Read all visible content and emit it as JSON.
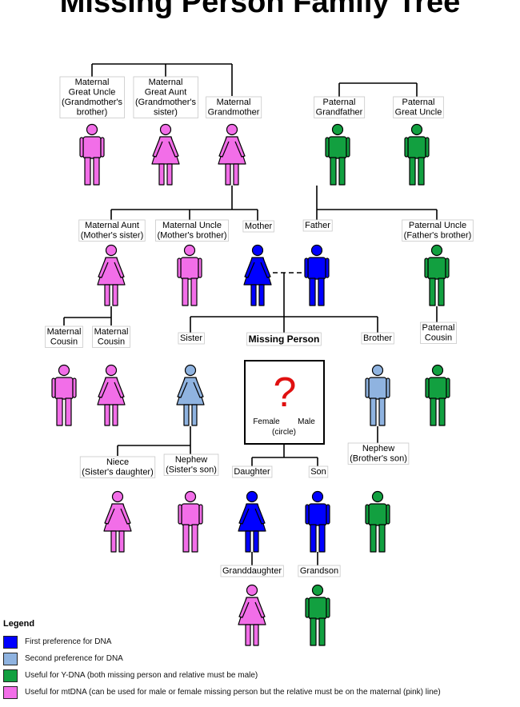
{
  "title": "Missing Person Family Tree",
  "colors": {
    "first": "#0000ff",
    "second": "#8fb3e0",
    "ydna": "#12a040",
    "mtdna": "#f26ee8",
    "question": "#e01010"
  },
  "people": {
    "maternal_great_uncle": {
      "label": [
        "Maternal",
        "Great Uncle",
        "(Grandmother's",
        "brother)"
      ],
      "gender": "male",
      "color": "mtdna"
    },
    "maternal_great_aunt": {
      "label": [
        "Maternal",
        "Great Aunt",
        "(Grandmother's",
        "sister)"
      ],
      "gender": "female",
      "color": "mtdna"
    },
    "maternal_grandmother": {
      "label": [
        "Maternal",
        "Grandmother"
      ],
      "gender": "female",
      "color": "mtdna"
    },
    "paternal_grandfather": {
      "label": [
        "Paternal",
        "Grandfather"
      ],
      "gender": "male",
      "color": "ydna"
    },
    "paternal_great_uncle": {
      "label": [
        "Paternal",
        "Great Uncle"
      ],
      "gender": "male",
      "color": "ydna"
    },
    "maternal_aunt": {
      "label": [
        "Maternal Aunt",
        "(Mother's sister)"
      ],
      "gender": "female",
      "color": "mtdna"
    },
    "maternal_uncle": {
      "label": [
        "Maternal Uncle",
        "(Mother's brother)"
      ],
      "gender": "male",
      "color": "mtdna"
    },
    "mother": {
      "label": [
        "Mother"
      ],
      "gender": "female",
      "color": "first"
    },
    "father": {
      "label": [
        "Father"
      ],
      "gender": "male",
      "color": "first"
    },
    "paternal_uncle": {
      "label": [
        "Paternal Uncle",
        "(Father's brother)"
      ],
      "gender": "male",
      "color": "ydna"
    },
    "maternal_cousin_1": {
      "label": [
        "Maternal",
        "Cousin"
      ],
      "gender": "male",
      "color": "mtdna"
    },
    "maternal_cousin_2": {
      "label": [
        "Maternal",
        "Cousin"
      ],
      "gender": "female",
      "color": "mtdna"
    },
    "sister": {
      "label": [
        "Sister"
      ],
      "gender": "female",
      "color": "second"
    },
    "brother": {
      "label": [
        "Brother"
      ],
      "gender": "male",
      "color": "second"
    },
    "paternal_cousin": {
      "label": [
        "Paternal",
        "Cousin"
      ],
      "gender": "male",
      "color": "ydna"
    },
    "niece": {
      "label": [
        "Niece",
        "(Sister's daughter)"
      ],
      "gender": "female",
      "color": "mtdna"
    },
    "nephew_sister": {
      "label": [
        "Nephew",
        "(Sister's son)"
      ],
      "gender": "male",
      "color": "mtdna"
    },
    "daughter": {
      "label": [
        "Daughter"
      ],
      "gender": "female",
      "color": "first"
    },
    "son": {
      "label": [
        "Son"
      ],
      "gender": "male",
      "color": "first"
    },
    "nephew_brother": {
      "label": [
        "Nephew",
        "(Brother's son)"
      ],
      "gender": "male",
      "color": "ydna"
    },
    "granddaughter": {
      "label": [
        "Granddaughter"
      ],
      "gender": "female",
      "color": "mtdna"
    },
    "grandson": {
      "label": [
        "Grandson"
      ],
      "gender": "male",
      "color": "ydna"
    }
  },
  "missing_person": {
    "label": "Missing Person",
    "mark": "?",
    "female": "Female",
    "male": "Male",
    "circle": "(circle)"
  },
  "legend": {
    "title": "Legend",
    "items": [
      {
        "color": "first",
        "text": "First preference for DNA"
      },
      {
        "color": "second",
        "text": "Second preference for DNA"
      },
      {
        "color": "ydna",
        "text": "Useful for Y-DNA (both missing person and relative must be male)"
      },
      {
        "color": "mtdna",
        "text": "Useful for mtDNA (can be used for male or female missing person but the relative must be on the maternal (pink) line)"
      }
    ]
  }
}
